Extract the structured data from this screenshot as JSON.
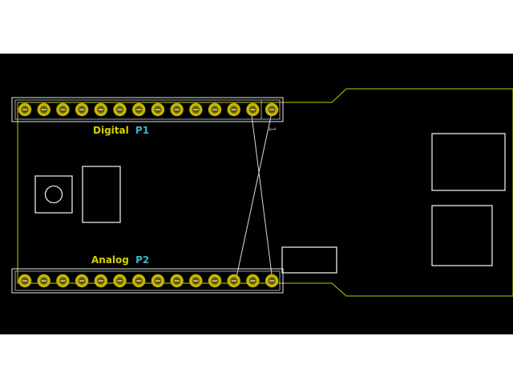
{
  "colors": {
    "background": "#000000",
    "outline": "#c8c800",
    "silkscreen": "#e6e6e6",
    "pad": "#c8b400",
    "pad_hole": "#5a5a00",
    "value_text": "#d2d200",
    "reference_text": "#3cb4c8",
    "connector_box": "#96aaaa"
  },
  "headers": {
    "top": {
      "value": "Digital",
      "reference": "P1",
      "pin1_marker": "1",
      "pad_count": 14
    },
    "bottom": {
      "value": "Analog",
      "reference": "P2",
      "pad_count": 14
    }
  }
}
